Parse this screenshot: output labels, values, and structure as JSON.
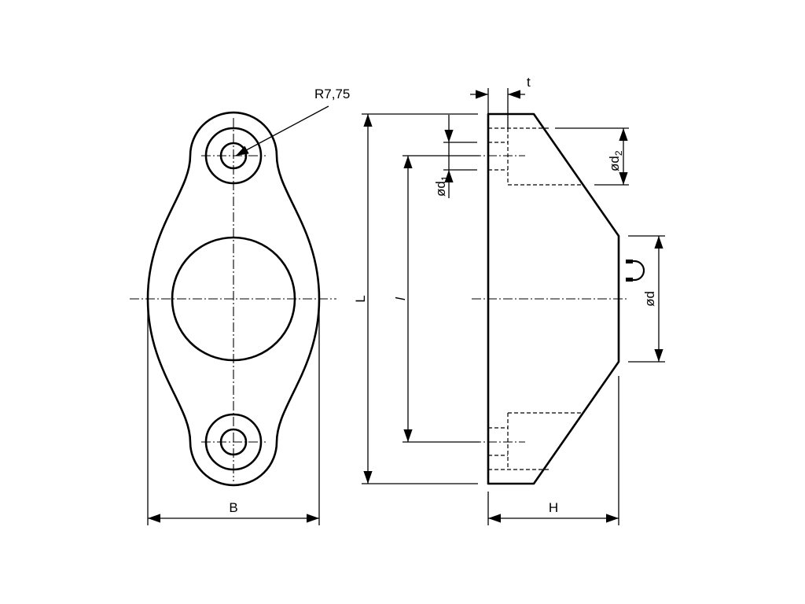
{
  "drawing": {
    "labels": {
      "radius": "R7,75",
      "width": "B",
      "length": "L",
      "hole_spacing": "l",
      "height": "H",
      "thickness": "t",
      "bore_diameter": "ød",
      "hole_diameter_1": {
        "base": "ød",
        "sub": "1"
      },
      "hole_diameter_2": {
        "base": "ød",
        "sub": "2"
      }
    },
    "symbols": [
      "magnet-symbol"
    ]
  }
}
